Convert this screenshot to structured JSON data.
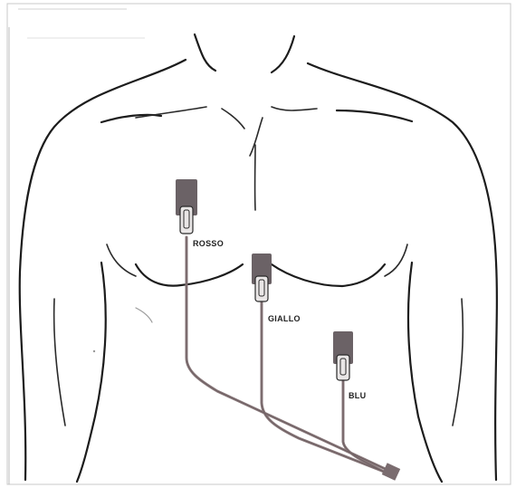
{
  "electrodes": [
    {
      "id": "red",
      "label": "ROSSO"
    },
    {
      "id": "yellow",
      "label": "GIALLO"
    },
    {
      "id": "blue",
      "label": "BLU"
    }
  ],
  "colors": {
    "outline": "#1c1c1c",
    "electrode_pad": "#6b6266",
    "lead_wire": "#8a7a7c",
    "background": "#ffffff"
  }
}
